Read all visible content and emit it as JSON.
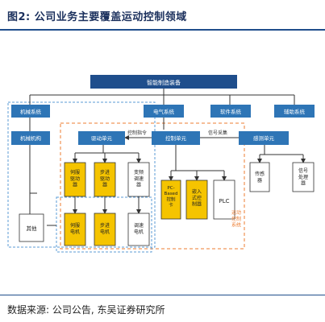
{
  "title": "图2:  公司业务主要覆盖运动控制领域",
  "source": "数据来源: 公司公告, 东吴证券研究所",
  "diagram": {
    "top": "智能制造装备",
    "categories": {
      "mechanical": "机械系统",
      "electrical": "电气系统",
      "software": "软件系统",
      "auxiliary": "辅助系统"
    },
    "mechanism": "机械机构",
    "other": "其他",
    "drive_unit": "驱动单元",
    "control_unit": "控制单元",
    "sensing_unit": "感测单元",
    "control_command": "控制指令",
    "signal_collect": "信号采集",
    "servo_drive": "伺服\n驱动\n器",
    "stepper_drive": "步进\n驱动\n器",
    "vfd": "变频\n调速\n器",
    "pc_controller": "PC-\nBased\n控制\n卡",
    "embedded_controller": "嵌入\n式控\n制器",
    "plc": "PLC",
    "sensor": "传感\n器",
    "signal_processor": "信号\n处理\n器",
    "servo_motor": "伺服\n电机",
    "stepper_motor": "步进\n电机",
    "vfd_motor": "调速\n电机",
    "motion_label": "运动\n控制\n系统"
  },
  "colors": {
    "navy": "#1f4e8c",
    "light_blue": "#2e75b6",
    "orange": "#ed7d31",
    "yellow": "#f5c400",
    "dashed_blue": "#5b9bd5"
  }
}
